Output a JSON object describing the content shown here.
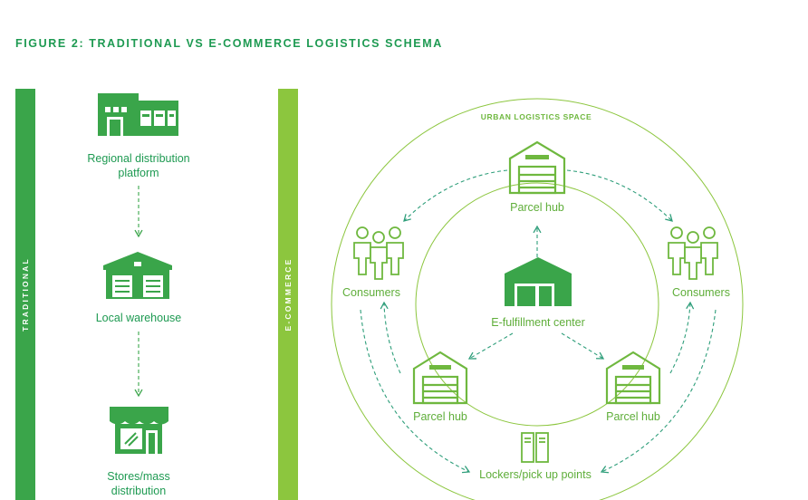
{
  "figure": {
    "title": "FIGURE 2: TRADITIONAL VS E-COMMERCE LOGISTICS SCHEMA"
  },
  "traditional": {
    "bar_label": "TRADITIONAL",
    "nodes": [
      {
        "label_line1": "Regional distribution",
        "label_line2": "platform",
        "icon": "warehouse-building-icon"
      },
      {
        "label": "Local warehouse",
        "icon": "garage-warehouse-icon"
      },
      {
        "label_line1": "Stores/mass",
        "label_line2": "distribution",
        "icon": "storefront-icon"
      }
    ]
  },
  "ecommerce": {
    "bar_label": "E-COMMERCE",
    "space_title": "URBAN LOGISTICS SPACE",
    "center": {
      "label": "E-fulfillment center",
      "icon": "fulfillment-center-icon"
    },
    "hub_top": {
      "label": "Parcel hub",
      "icon": "parcel-hub-icon"
    },
    "hub_left": {
      "label": "Parcel hub",
      "icon": "parcel-hub-icon"
    },
    "hub_right": {
      "label": "Parcel hub",
      "icon": "parcel-hub-icon"
    },
    "consumers_left": {
      "label": "Consumers",
      "icon": "consumers-group-icon"
    },
    "consumers_right": {
      "label": "Consumers",
      "icon": "consumers-group-icon"
    },
    "lockers": {
      "label": "Lockers/pick up points",
      "icon": "locker-icon"
    }
  },
  "colors": {
    "traditional_green": "#3aa54a",
    "ecommerce_green": "#8cc63e",
    "text_green": "#1e9a52"
  }
}
